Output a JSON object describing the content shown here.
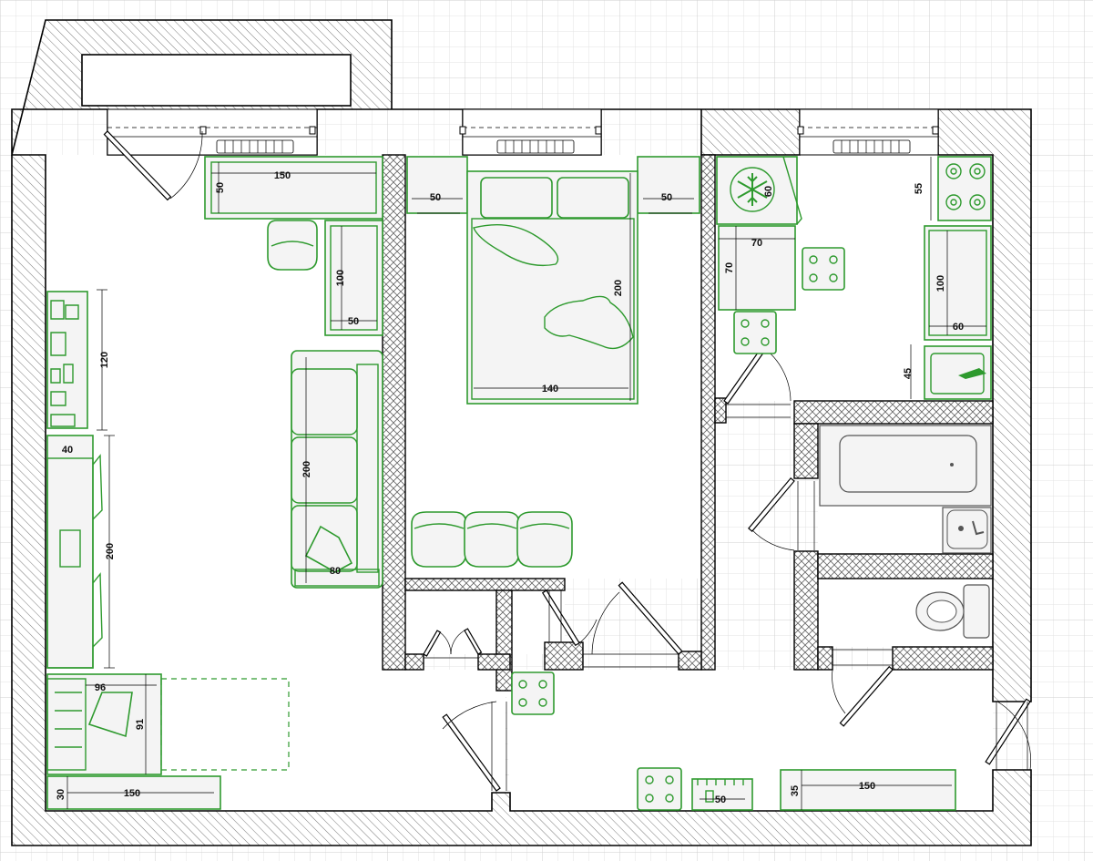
{
  "dimensions": {
    "desk_width": "150",
    "desk_depth": "50",
    "side_table_length": "100",
    "side_table_depth": "50",
    "shelf_length": "120",
    "sofa_length": "200",
    "sofa_depth": "80",
    "cabinet_depth": "40",
    "cabinet_length": "200",
    "armchair_width": "96",
    "armchair_depth": "91",
    "bottom_shelf_depth": "30",
    "bottom_shelf_length": "150",
    "nightstand_left": "50",
    "nightstand_right": "50",
    "bed_width": "140",
    "bed_length": "200",
    "fridge_depth": "60",
    "kitchen_table_width": "70",
    "kitchen_table_depth": "70",
    "stove_depth": "55",
    "counter_length": "100",
    "counter_depth": "60",
    "sink_depth": "45",
    "hall_cabinet_depth": "35",
    "hall_cabinet_length": "150",
    "hall_stand_width": "50"
  },
  "colors": {
    "furniture_stroke": "#2e9a2e",
    "furniture_fill": "#f4f4f4",
    "wall_stroke": "#000000",
    "grid_line": "#d2d2d2"
  },
  "icons": [
    "snowflake-icon",
    "burner-icon",
    "sink-tap-icon",
    "toilet-icon"
  ]
}
